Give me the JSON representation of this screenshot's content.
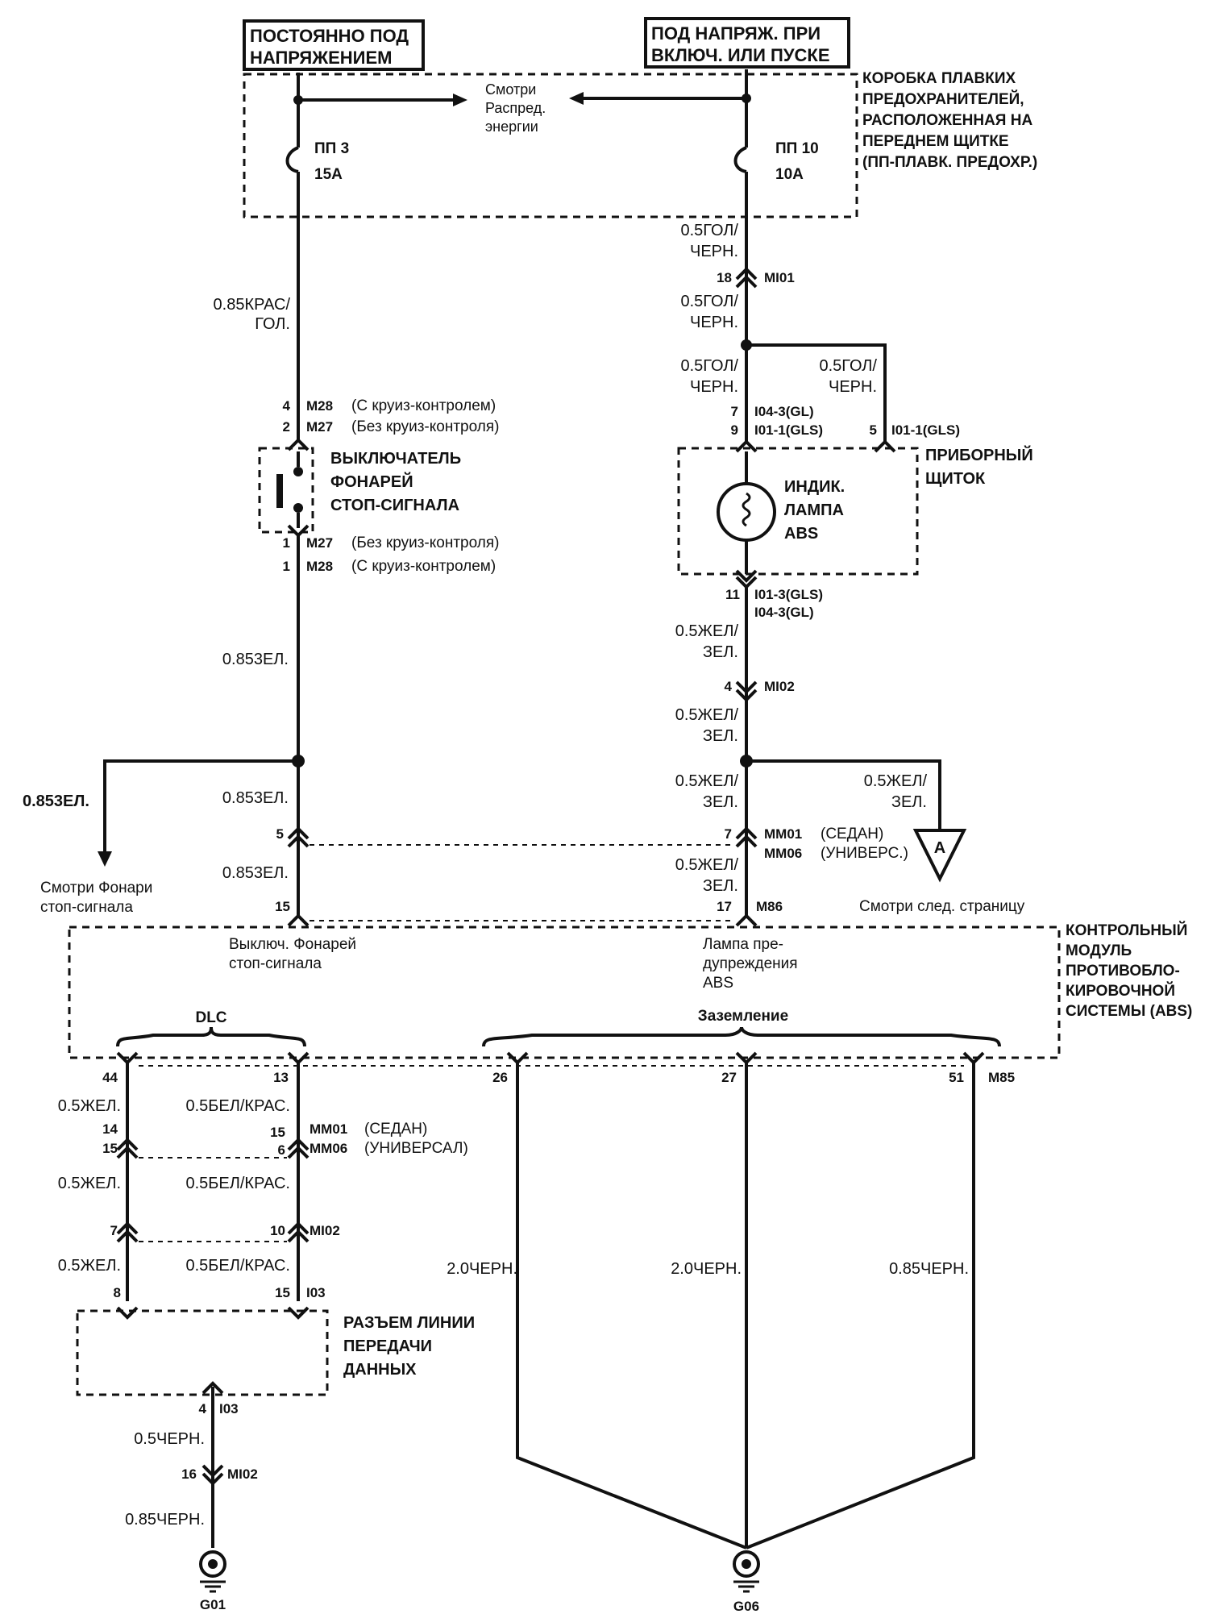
{
  "top_labels": {
    "constant_power": [
      "ПОСТОЯННО ПОД",
      "НАПРЯЖЕНИЕМ"
    ],
    "ignition_power": [
      "ПОД НАПРЯЖ. ПРИ",
      "ВКЛЮЧ. ИЛИ ПУСКЕ"
    ]
  },
  "fuse_box": {
    "label": [
      "КОРОБКА ПЛАВКИХ",
      "ПРЕДОХРАНИТЕЛЕЙ,",
      "РАСПОЛОЖЕННАЯ НА",
      "ПЕРЕДНЕМ ЩИТКЕ",
      "(ПП-ПЛАВК. ПРЕДОХР.)"
    ],
    "see_power_dist": [
      "Смотри",
      "Распред.",
      "энергии"
    ],
    "fuse_left": {
      "name": "ПП 3",
      "rating": "15A"
    },
    "fuse_right": {
      "name": "ПП 10",
      "rating": "10A"
    }
  },
  "left_column": {
    "wire_top": [
      "0.85КРАС/",
      "ГОЛ."
    ],
    "switch_top_conn": [
      {
        "pin": "4",
        "code": "M28",
        "note": "(С круиз-контролем)"
      },
      {
        "pin": "2",
        "code": "M27",
        "note": "(Без круиз-контроля)"
      }
    ],
    "switch_label": [
      "ВЫКЛЮЧАТЕЛЬ",
      "ФОНАРЕЙ",
      "СТОП-СИГНАЛА"
    ],
    "switch_bottom_conn": [
      {
        "pin": "1",
        "code": "M27",
        "note": "(Без круиз-контроля)"
      },
      {
        "pin": "1",
        "code": "M28",
        "note": "(С круиз-контролем)"
      }
    ],
    "wire_mid": "0.853ЕЛ.",
    "wire_branch": "0.853ЕЛ.",
    "wire_after_branch": "0.853ЕЛ.",
    "conn_pin_5": "5",
    "wire_lower": "0.853ЕЛ.",
    "conn_pin_15": "15",
    "see_stop_lamps": [
      "Смотри Фонари",
      "стоп-сигнала"
    ]
  },
  "right_column": {
    "wire_1": [
      "0.5ГОЛ/",
      "ЧЕРН."
    ],
    "conn_1": {
      "pin": "18",
      "code": "MI01"
    },
    "wire_2": [
      "0.5ГОЛ/",
      "ЧЕРН."
    ],
    "wire_3": [
      "0.5ГОЛ/",
      "ЧЕРН."
    ],
    "wire_3b": [
      "0.5ГОЛ/",
      "ЧЕРН."
    ],
    "cluster_conn_top": [
      {
        "pin": "7",
        "code": "I04-3(GL)"
      },
      {
        "pin": "9",
        "code": "I01-1(GLS)"
      }
    ],
    "cluster_conn_side": {
      "pin": "5",
      "code": "I01-1(GLS)"
    },
    "cluster_label": [
      "ПРИБОРНЫЙ",
      "ЩИТОК"
    ],
    "lamp_label": [
      "ИНДИК.",
      "ЛАМПА",
      "ABS"
    ],
    "cluster_conn_bottom": [
      {
        "pin": "11",
        "code": "I01-3(GLS)"
      },
      {
        "pin": "",
        "code": "I04-3(GL)"
      }
    ],
    "wire_4": [
      "0.5ЖЕЛ/",
      "ЗЕЛ."
    ],
    "conn_2": {
      "pin": "4",
      "code": "MI02"
    },
    "wire_5": [
      "0.5ЖЕЛ/",
      "ЗЕЛ."
    ],
    "wire_6": [
      "0.5ЖЕЛ/",
      "ЗЕЛ."
    ],
    "wire_6b": [
      "0.5ЖЕЛ/",
      "ЗЕЛ."
    ],
    "conn_3": [
      {
        "pin": "7",
        "code": "MM01",
        "note": "(СЕДАН)"
      },
      {
        "pin": "",
        "code": "MM06",
        "note": "(УНИВЕРС.)"
      }
    ],
    "off_page_ref": "A",
    "see_next_page": "Смотри след. страницу",
    "wire_7": [
      "0.5ЖЕЛ/",
      "ЗЕЛ."
    ],
    "conn_4": {
      "pin": "17",
      "code": "M86"
    }
  },
  "abs_module": {
    "label": [
      "КОНТРОЛЬНЫЙ",
      "МОДУЛЬ",
      "ПРОТИВОБЛО-",
      "КИРОВОЧНОЙ",
      "СИСТЕМЫ (ABS)"
    ],
    "stop_switch_input": [
      "Выключ. Фонарей",
      "стоп-сигнала"
    ],
    "warning_lamp": [
      "Лампа пре-",
      "дупреждения",
      "ABS"
    ],
    "dlc_label": "DLC",
    "ground_label": "Заземление",
    "pins": [
      "44",
      "13",
      "26",
      "27",
      "51"
    ],
    "pin_conn_code": "M85"
  },
  "dlc_section": {
    "wire_a1": "0.5ЖЕЛ.",
    "wire_b1": "0.5БЕЛ/КРАС.",
    "conn_1": [
      {
        "pin_left": "14",
        "pin_right": "15",
        "code": "MM01",
        "note": "(СЕДАН)"
      },
      {
        "pin_left": "15",
        "pin_right": "6",
        "code": "MM06",
        "note": "(УНИВЕРСАЛ)"
      }
    ],
    "wire_a2": "0.5ЖЕЛ.",
    "wire_b2": "0.5БЕЛ/КРАС.",
    "conn_2": {
      "pin_left": "7",
      "pin_right": "10",
      "code": "MI02"
    },
    "wire_a3": "0.5ЖЕЛ.",
    "wire_b3": "0.5БЕЛ/КРАС.",
    "conn_3": {
      "pin_left": "8",
      "pin_right": "15",
      "code": "I03"
    },
    "connector_label": [
      "РАЗЪЕМ ЛИНИИ",
      "ПЕРЕДАЧИ",
      "ДАННЫХ"
    ],
    "conn_bottom": {
      "pin": "4",
      "code": "I03"
    },
    "wire_g1": "0.5ЧЕРН.",
    "conn_g": {
      "pin": "16",
      "code": "MI02"
    },
    "wire_g2": "0.85ЧЕРН.",
    "ground": "G01"
  },
  "ground_section": {
    "wire_26": "2.0ЧЕРН.",
    "wire_27": "2.0ЧЕРН.",
    "wire_51": "0.85ЧЕРН.",
    "ground": "G06"
  }
}
